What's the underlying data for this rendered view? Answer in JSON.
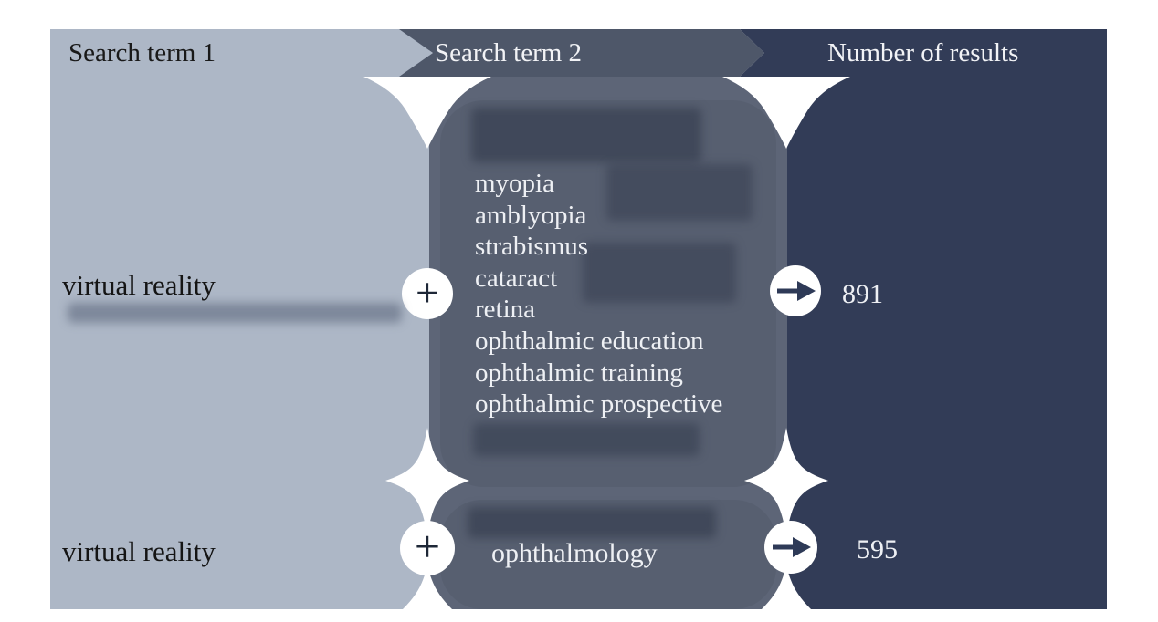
{
  "header": {
    "search_term_1": "Search term 1",
    "search_term_2": "Search term 2",
    "number_of_results": "Number of results"
  },
  "rows": [
    {
      "search_term_1": "virtual reality",
      "operator": "+",
      "search_term_2": [
        "myopia",
        "amblyopia",
        "strabismus",
        "cataract",
        "retina",
        "ophthalmic education",
        "ophthalmic training",
        "ophthalmic prospective"
      ],
      "result": "891"
    },
    {
      "search_term_1": "virtual reality",
      "operator": "+",
      "search_term_2": [
        "ophthalmology"
      ],
      "result": "595"
    }
  ],
  "icons": {
    "operator_icon": "plus-icon",
    "result_icon": "arrow-right-icon",
    "junction_icons": [
      "funnel-separator-icon",
      "star-separator-icon"
    ]
  },
  "colors": {
    "column1": "#adb7c6",
    "column2": "#5d6577",
    "column2_header": "#4e5769",
    "term_box": "#575f70",
    "column3": "#323c57",
    "separator_white": "#ffffff",
    "icon_navy": "#2e3a57"
  }
}
